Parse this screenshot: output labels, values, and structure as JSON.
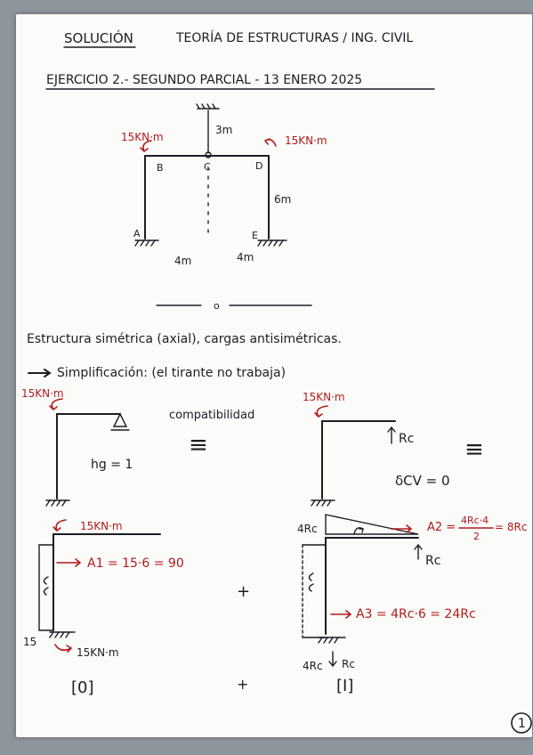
{
  "header": {
    "title": "SOLUCIÓN",
    "subject": "TEORÍA DE ESTRUCTURAS / ING. CIVIL",
    "exercise": "EJERCICIO 2.- SEGUNDO PARCIAL - 13 ENERO 2025"
  },
  "frame": {
    "node_a": "A",
    "node_b": "B",
    "node_c": "C",
    "node_d": "D",
    "node_e": "E",
    "tie_length": "3m",
    "height": "6m",
    "span_left": "4m",
    "span_right": "4m",
    "moment_left": "15KN·m",
    "moment_right": "15KN·m"
  },
  "divider": "o",
  "notes": {
    "symmetry": "Estructura simétrica (axial), cargas antisimétricas.",
    "simplification": "Simplificación: (el tirante no trabaja)"
  },
  "model": {
    "moment_label": "15KN·m",
    "hg": "hg = 1",
    "compat": "compatibilidad",
    "equiv": "≡",
    "moment_label_2": "15KN·m",
    "reaction": "Rc",
    "delta": "δCV = 0",
    "equiv_2": "≡"
  },
  "case0": {
    "moment_top": "15KN·m",
    "area": "A1 = 15·6 = 90",
    "left_value": "15",
    "moment_bottom": "15KN·m",
    "label": "[0]"
  },
  "case1": {
    "top_moment": "4Rc",
    "area2_lhs": "A2 =",
    "area2_num": "4Rc·4",
    "area2_den": "2",
    "area2_rhs": "= 8Rc",
    "reaction": "Rc",
    "area3": "A3 = 4Rc·6 = 24Rc",
    "base_moment": "4Rc",
    "base_reaction": "Rc",
    "label": "[I]"
  },
  "operators": {
    "plus_1": "+",
    "plus_2": "+"
  },
  "page_number": "1"
}
